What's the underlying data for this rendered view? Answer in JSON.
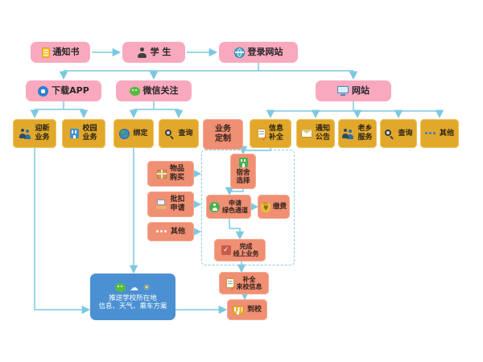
{
  "colors": {
    "box_pink": "#f9a9be",
    "box_gold": "#e2a82c",
    "box_salmon": "#ef8f73",
    "box_blue": "#4a90d2",
    "arrow_blue": "#7cc8e2",
    "dashed_border": "#86cfe6"
  },
  "nodes": {
    "notification": {
      "label": "通知书",
      "icon": "document-icon"
    },
    "student": {
      "label": "学 生",
      "icon": "student-icon"
    },
    "login_site": {
      "label": "登录网站",
      "icon": "globe-icon"
    },
    "download_app": {
      "label": "下载APP",
      "icon": "app-icon"
    },
    "wechat_follow": {
      "label": "微信关注",
      "icon": "wechat-icon"
    },
    "website": {
      "label": "网站",
      "icon": "monitor-icon"
    },
    "welcome_biz": {
      "label": "迎新\n业务",
      "icon": "people-icon"
    },
    "campus_biz": {
      "label": "校园\n业务",
      "icon": "building-icon"
    },
    "bind": {
      "label": "绑定",
      "icon": "earth-icon"
    },
    "query_wechat": {
      "label": "查询",
      "icon": "magnifier-icon"
    },
    "biz_custom": {
      "label": "业务\n定制"
    },
    "info_complete": {
      "label": "信息\n补全",
      "icon": "form-pencil-icon"
    },
    "notice": {
      "label": "通知\n公告",
      "icon": "envelope-icon"
    },
    "hometown_service": {
      "label": "老乡\n服务",
      "icon": "people-icon"
    },
    "query_web": {
      "label": "查询",
      "icon": "magnifier-icon"
    },
    "other_web": {
      "label": "其他",
      "icon": "dots-icon"
    },
    "item_purchase": {
      "label": "物品\n购买",
      "icon": "parcel-icon"
    },
    "batch_deduct": {
      "label": "批扣\n申请",
      "icon": "hand-card-icon"
    },
    "other_mid": {
      "label": "其他",
      "icon": "dots-icon"
    },
    "dorm_select": {
      "label": "宿舍\n选择",
      "icon": "dorm-icon"
    },
    "green_channel": {
      "label": "申请\n绿色通道",
      "icon": "green-person-icon"
    },
    "pay": {
      "label": "缴费",
      "icon": "moneybag-icon"
    },
    "complete_online": {
      "label": "完成\n线上业务",
      "icon": "check-book-icon"
    },
    "complete_arrival": {
      "label": "补全\n来校信息",
      "icon": "form-pencil-icon"
    },
    "arrive": {
      "label": "到校",
      "icon": "school-icon"
    },
    "push_info": {
      "label": "推送学校所在地\n信息、天气、乘车方案",
      "icons": [
        "wechat-icon",
        "cloud-icon",
        "sun-icon"
      ]
    }
  }
}
